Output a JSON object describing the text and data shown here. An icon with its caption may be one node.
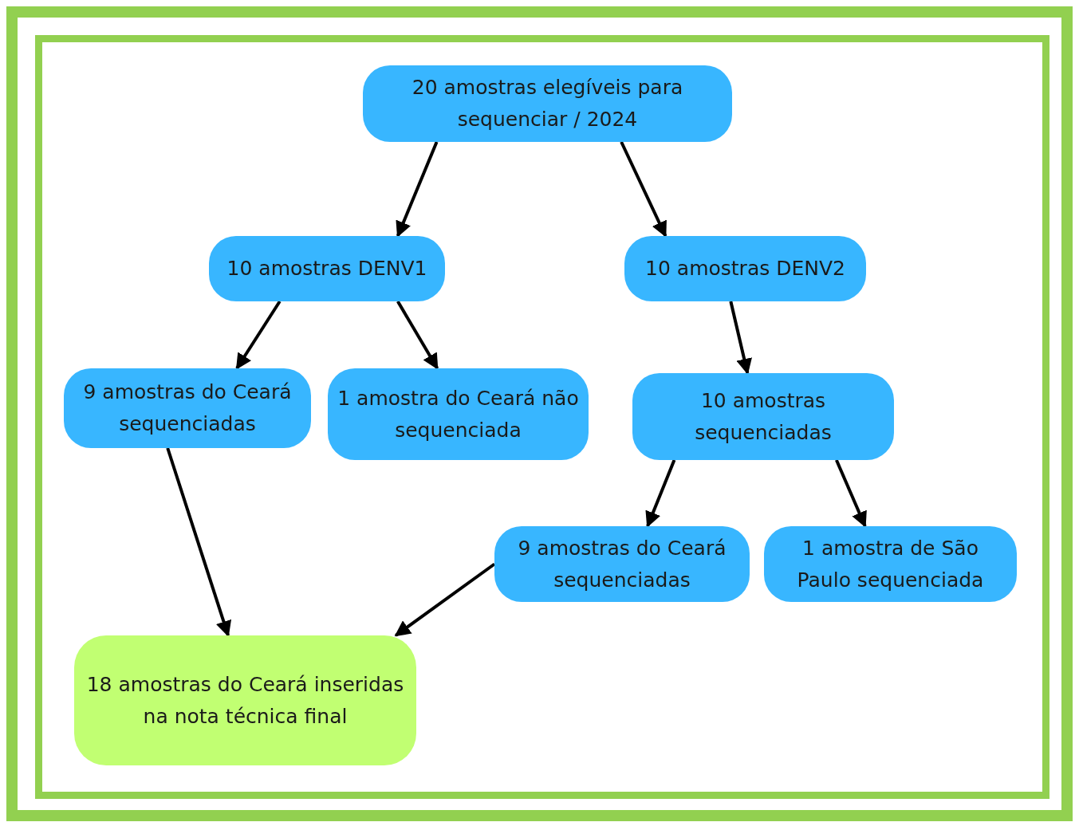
{
  "diagram": {
    "nodes": [
      {
        "text": [
          "20 amostras elegíveis para sequenciar / 2024"
        ]
      },
      {
        "text": [
          "10 amostras DENV1"
        ]
      },
      {
        "text": [
          "10 amostras DENV2"
        ]
      },
      {
        "text": [
          "9 amostras do Ceará sequenciadas"
        ]
      },
      {
        "text": [
          "1 amostra do Ceará não sequenciada"
        ]
      },
      {
        "text": [
          "10 amostras sequenciadas"
        ]
      },
      {
        "text": [
          "9 amostras do Ceará sequenciadas"
        ]
      },
      {
        "text": [
          "1 amostra de São Paulo sequenciada"
        ]
      },
      {
        "text": [
          "18 amostras do Ceará inseridas na nota técnica final"
        ]
      }
    ],
    "edges": [
      {
        "from": 0,
        "to": 1,
        "arrow": "to"
      },
      {
        "from": 0,
        "to": 2,
        "arrow": "to"
      },
      {
        "from": 1,
        "to": 3,
        "arrow": "to"
      },
      {
        "from": 1,
        "to": 4,
        "arrow": "to"
      },
      {
        "from": 2,
        "to": 5,
        "arrow": "to"
      },
      {
        "from": 3,
        "to": 8,
        "arrow": "to"
      },
      {
        "from": 5,
        "to": 6,
        "arrow": "to"
      },
      {
        "from": 5,
        "to": 7,
        "arrow": "to"
      },
      {
        "from": 6,
        "to": 8,
        "arrow": "to"
      }
    ]
  }
}
